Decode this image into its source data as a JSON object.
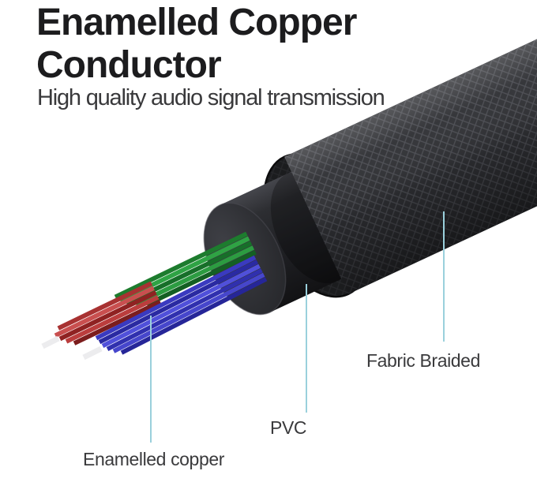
{
  "header": {
    "title": {
      "line1": "Enamelled Copper",
      "line2": "Conductor"
    },
    "subtitle": "High quality audio signal transmission"
  },
  "diagram": {
    "callouts": [
      {
        "label": "Fabric Braided"
      },
      {
        "label": "PVC"
      },
      {
        "label": "Enamelled copper"
      }
    ],
    "callout_line_color": "#9ad0dc",
    "cable_colors": {
      "braid_base": "#2e2f33",
      "braid_weave": "#5f6168",
      "pvc_jacket": "#26272b",
      "wire_green": "#2a9a40",
      "wire_red": "#b23535",
      "wire_blue": "#4040c8",
      "copper_tip": "#ececee"
    }
  }
}
